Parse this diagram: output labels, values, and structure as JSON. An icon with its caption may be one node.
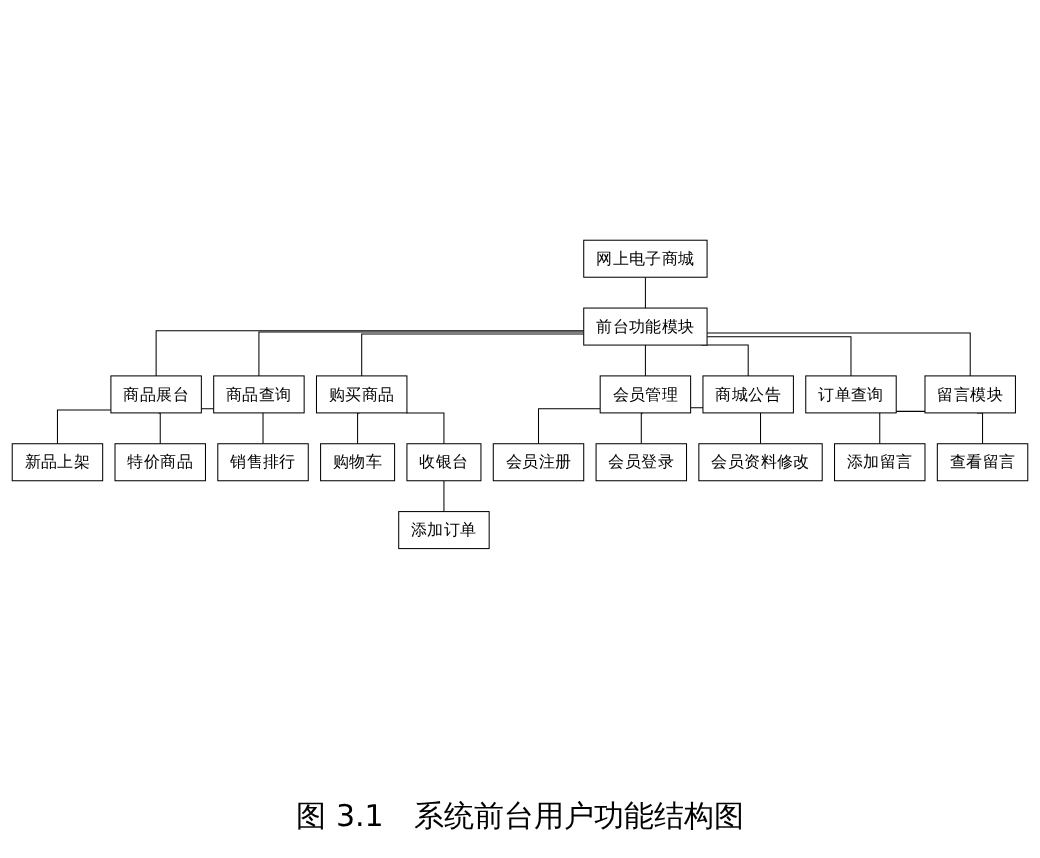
{
  "diagram": {
    "caption": "图 3.1　系统前台用户功能结构图",
    "nodes": [
      {
        "text": [
          "网上电子商城"
        ]
      },
      {
        "text": [
          "前台功能模块"
        ]
      },
      {
        "text": [
          "商品展台"
        ]
      },
      {
        "text": [
          "新品上架"
        ]
      },
      {
        "text": [
          "特价商品"
        ]
      },
      {
        "text": [
          "销售排行"
        ]
      },
      {
        "text": [
          "商品查询"
        ]
      },
      {
        "text": [
          "购买商品"
        ]
      },
      {
        "text": [
          "购物车"
        ]
      },
      {
        "text": [
          "收银台"
        ]
      },
      {
        "text": [
          "添加订单"
        ]
      },
      {
        "text": [
          "会员管理"
        ]
      },
      {
        "text": [
          "会员注册"
        ]
      },
      {
        "text": [
          "会员登录"
        ]
      },
      {
        "text": [
          "会员资料修改"
        ]
      },
      {
        "text": [
          "商城公告"
        ]
      },
      {
        "text": [
          "订单查询"
        ]
      },
      {
        "text": [
          "留言模块"
        ]
      },
      {
        "text": [
          "添加留言"
        ]
      },
      {
        "text": [
          "查看留言"
        ]
      }
    ],
    "edges": [
      {
        "from": 0,
        "to": 1,
        "arrow": "none"
      },
      {
        "from": 1,
        "to": 2,
        "arrow": "none"
      },
      {
        "from": 2,
        "to": 3,
        "arrow": "none"
      },
      {
        "from": 2,
        "to": 4,
        "arrow": "none"
      },
      {
        "from": 2,
        "to": 5,
        "arrow": "none"
      },
      {
        "from": 1,
        "to": 6,
        "arrow": "none"
      },
      {
        "from": 1,
        "to": 7,
        "arrow": "none"
      },
      {
        "from": 7,
        "to": 8,
        "arrow": "none"
      },
      {
        "from": 7,
        "to": 9,
        "arrow": "none"
      },
      {
        "from": 9,
        "to": 10,
        "arrow": "none"
      },
      {
        "from": 1,
        "to": 11,
        "arrow": "none"
      },
      {
        "from": 11,
        "to": 12,
        "arrow": "none"
      },
      {
        "from": 11,
        "to": 13,
        "arrow": "none"
      },
      {
        "from": 11,
        "to": 14,
        "arrow": "none"
      },
      {
        "from": 1,
        "to": 15,
        "arrow": "none"
      },
      {
        "from": 1,
        "to": 16,
        "arrow": "none"
      },
      {
        "from": 1,
        "to": 17,
        "arrow": "none"
      },
      {
        "from": 17,
        "to": 18,
        "arrow": "none"
      },
      {
        "from": 17,
        "to": 19,
        "arrow": "none"
      }
    ]
  }
}
